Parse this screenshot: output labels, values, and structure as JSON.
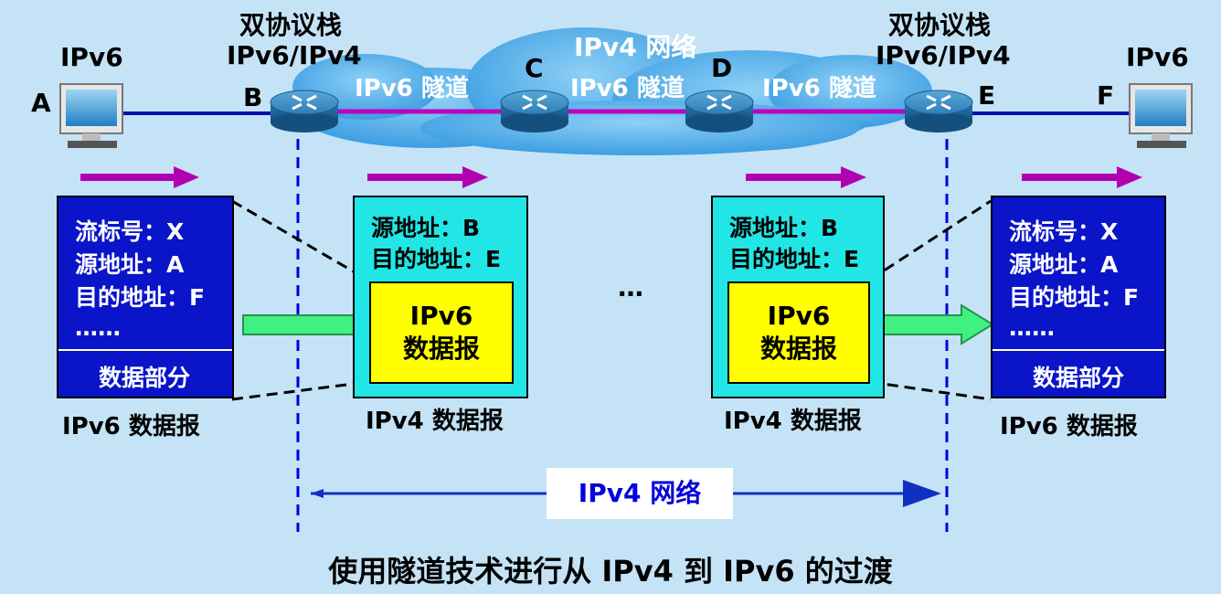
{
  "hosts": {
    "left": {
      "type": "IPv6",
      "letter": "A"
    },
    "right": {
      "type": "IPv6",
      "letter": "F"
    }
  },
  "routers": {
    "B": {
      "letter": "B",
      "title": "双协议栈",
      "subtitle": "IPv6/IPv4"
    },
    "C": {
      "letter": "C"
    },
    "D": {
      "letter": "D"
    },
    "E": {
      "letter": "E",
      "title": "双协议栈",
      "subtitle": "IPv6/IPv4"
    }
  },
  "cloud": {
    "title": "IPv4 网络",
    "tunnels": [
      "IPv6 隧道",
      "IPv6 隧道",
      "IPv6 隧道"
    ]
  },
  "ipv6_left": {
    "lines": [
      "流标号：X",
      "源地址：A",
      "目的地址：F",
      "……"
    ],
    "data_part": "数据部分",
    "caption": "IPv6 数据报"
  },
  "ipv4_left": {
    "lines": [
      "源地址：B",
      "目的地址：E"
    ],
    "inner": [
      "IPv6",
      "数据报"
    ],
    "caption": "IPv4 数据报"
  },
  "ellipsis": "…",
  "ipv4_right": {
    "lines": [
      "源地址：B",
      "目的地址：E"
    ],
    "inner": [
      "IPv6",
      "数据报"
    ],
    "caption": "IPv4 数据报"
  },
  "ipv6_right": {
    "lines": [
      "流标号：X",
      "源地址：A",
      "目的地址：F",
      "……"
    ],
    "data_part": "数据部分",
    "caption": "IPv6 数据报"
  },
  "network_span_label": "IPv4 网络",
  "footer_title": "使用隧道技术进行从 IPv4 到 IPv6 的过渡",
  "colors": {
    "background": "#c5e3f6",
    "cloud": "#3ea4e6",
    "tunnel_line": "#c000c0",
    "ipv6_link": "#0010b0",
    "ipv6_box": "#0a14c8",
    "ipv4_box": "#22e6e6",
    "payload": "#ffff00",
    "flow_arrow": "#b000b0",
    "move_arrow": "#40f080"
  },
  "icons": [
    "computer-icon",
    "router-icon"
  ]
}
